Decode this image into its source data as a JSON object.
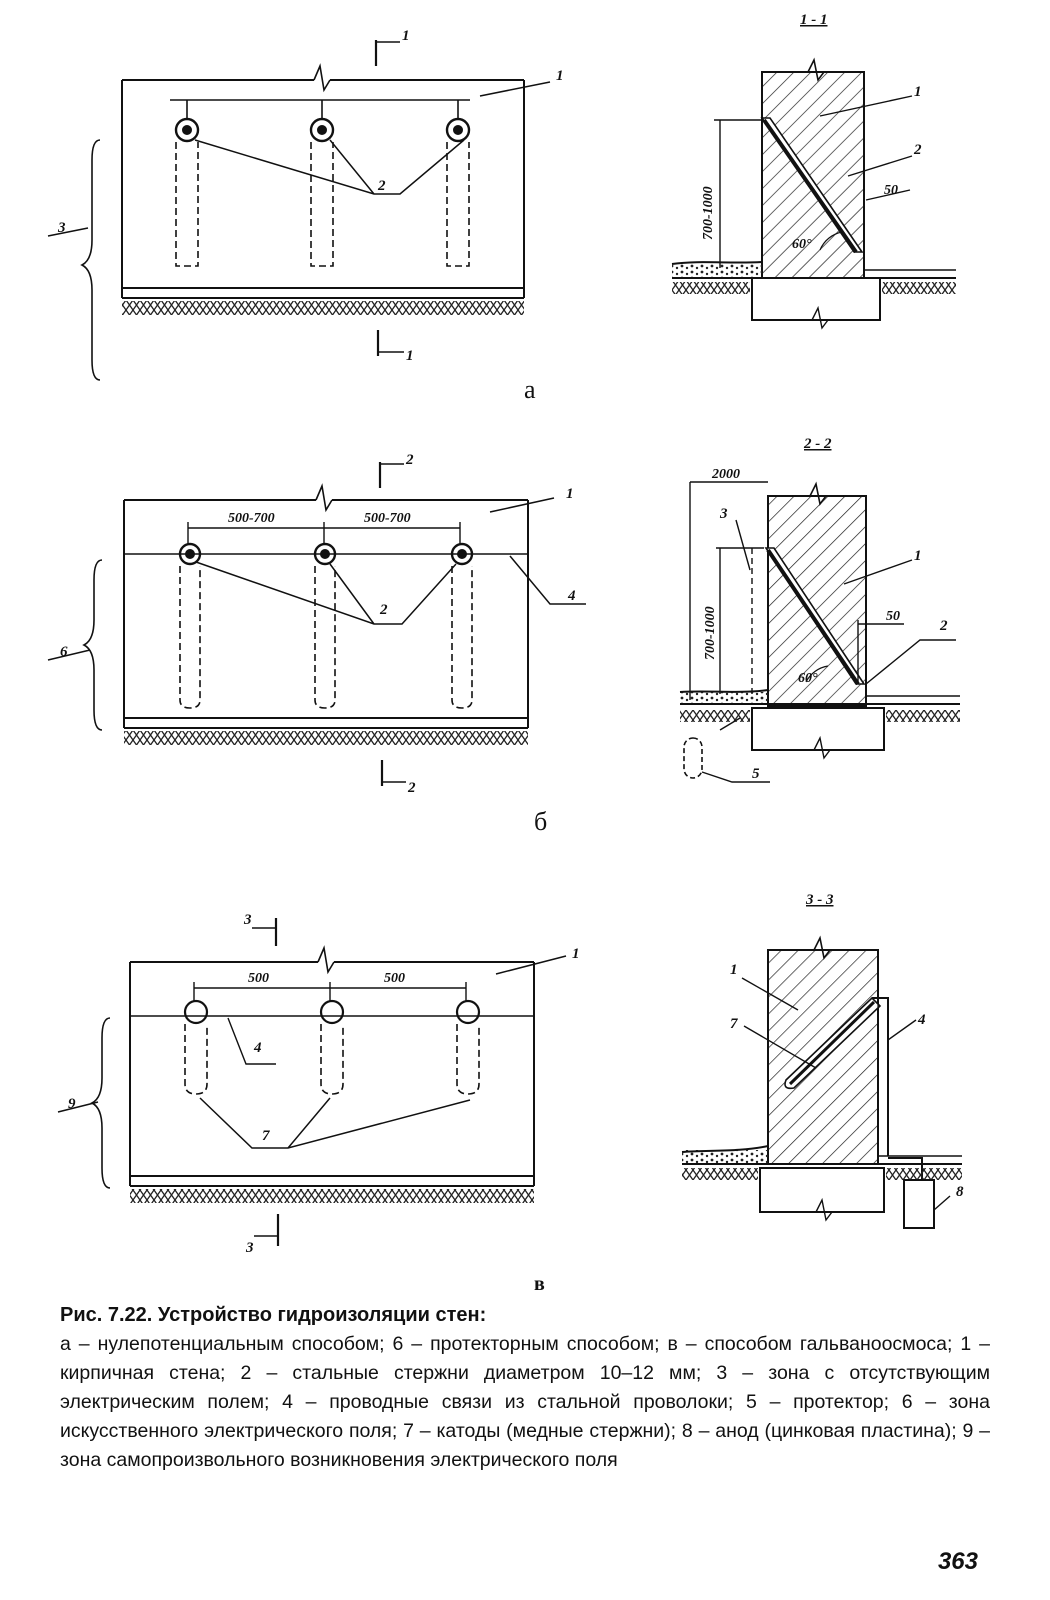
{
  "figures": [
    {
      "sub_label": "а",
      "section_mark": "1",
      "section_title": "1 - 1",
      "zone_label": "3",
      "label_wall": "1",
      "label_rods": "2",
      "section_labels": {
        "wall": "1",
        "rod": "2"
      },
      "dims": {
        "height": "700-1000",
        "offset": "50",
        "angle": "60°"
      }
    },
    {
      "sub_label": "б",
      "section_mark": "2",
      "section_title": "2 - 2",
      "zone_label": "6",
      "label_wall": "1",
      "label_rods": "2",
      "label_wire": "4",
      "spacing": [
        "500-700",
        "500-700"
      ],
      "section_labels": {
        "zone": "3",
        "wall": "1",
        "rod": "2",
        "protector": "5"
      },
      "dims": {
        "width": "2000",
        "height": "700-1000",
        "offset": "50",
        "angle": "60°"
      }
    },
    {
      "sub_label": "в",
      "section_mark": "3",
      "section_title": "3 - 3",
      "zone_label": "9",
      "label_wall": "1",
      "label_wire": "4",
      "label_cathodes": "7",
      "spacing": [
        "500",
        "500"
      ],
      "section_labels": {
        "wall": "1",
        "cathode": "7",
        "wire": "4",
        "anode": "8"
      }
    }
  ],
  "caption": {
    "title": "Рис. 7.22. Устройство гидроизоляции стен:",
    "body": "а – нулепотенциальным способом; 6 – протекторным способом; в – способом гальваноосмоса; 1 – кирпичная стена; 2 – стальные стержни диаметром 10–12 мм; 3 – зона с отсутствующим электрическим полем; 4 – проводные связи из стальной проволоки; 5 – протектор; 6 – зона искусственного электрического поля; 7 – катоды (медные стержни); 8 – анод (цинковая пластина); 9 – зона самопроизвольного возникновения электрического поля"
  },
  "page_number": "363"
}
